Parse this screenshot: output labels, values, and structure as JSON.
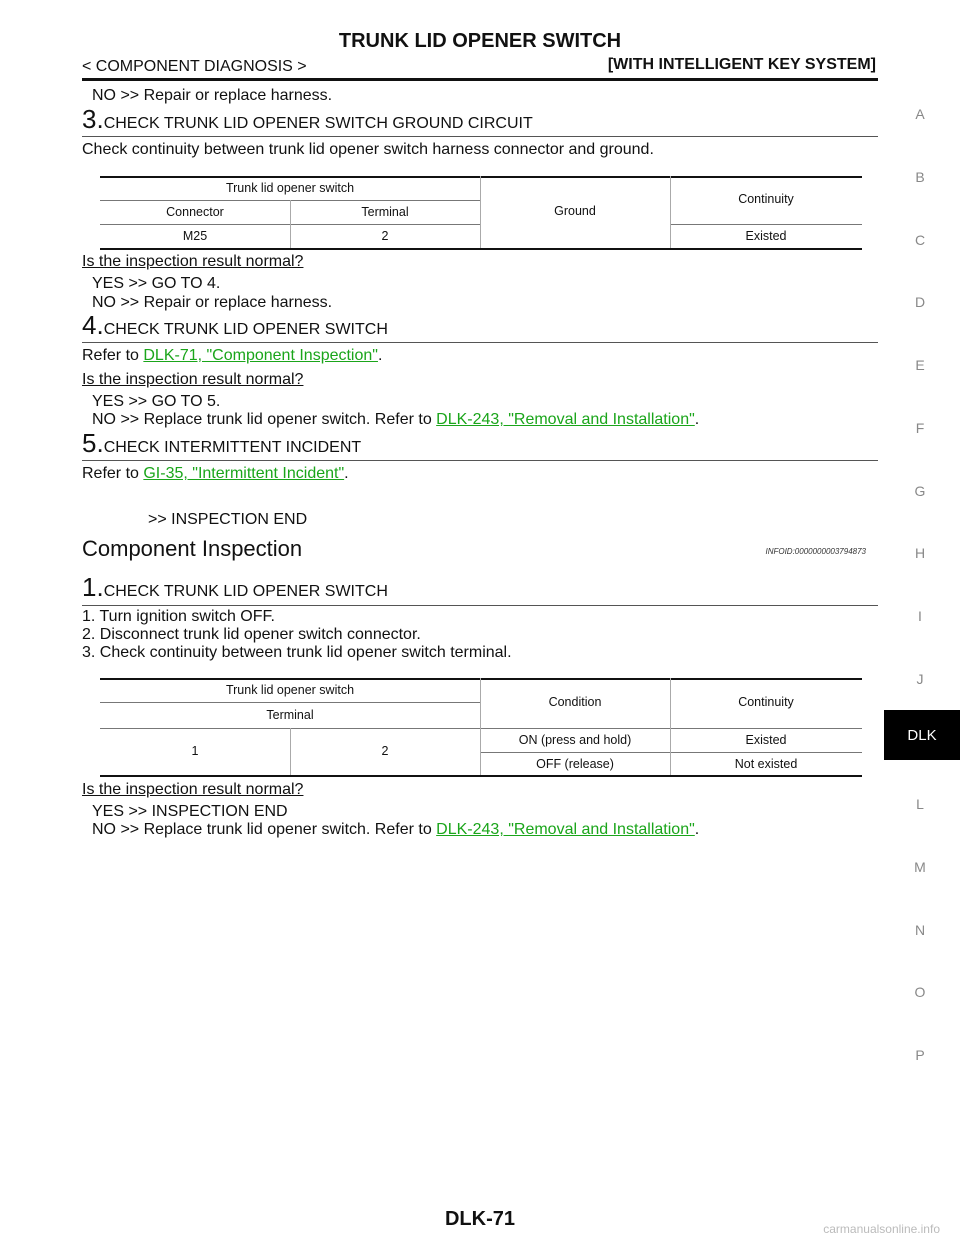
{
  "header": {
    "title": "TRUNK LID OPENER SWITCH",
    "breadcrumb": "< COMPONENT DIAGNOSIS >",
    "system": "[WITH INTELLIGENT KEY SYSTEM]"
  },
  "top_no": "NO     >> Repair or replace harness.",
  "steps": {
    "s3": {
      "num": "3.",
      "title": "CHECK TRUNK LID OPENER SWITCH GROUND CIRCUIT",
      "body": "Check continuity between trunk lid opener switch harness connector and ground.",
      "table": {
        "h_switch": "Trunk lid opener switch",
        "h_connector": "Connector",
        "h_terminal": "Terminal",
        "h_ground": "Ground",
        "h_continuity": "Continuity",
        "r_connector": "M25",
        "r_terminal": "2",
        "r_continuity": "Existed"
      },
      "question": "Is the inspection result normal?",
      "yes": "YES     >> GO TO 4.",
      "no": "NO     >> Repair or replace harness."
    },
    "s4": {
      "num": "4.",
      "title": "CHECK TRUNK LID OPENER SWITCH",
      "refer_prefix": "Refer to ",
      "refer_link": "DLK-71, \"Component Inspection\"",
      "refer_suffix": ".",
      "question": "Is the inspection result normal?",
      "yes": "YES     >> GO TO 5.",
      "no_prefix": "NO     >> Replace trunk lid opener switch. Refer to ",
      "no_link": "DLK-243, \"Removal and Installation\"",
      "no_suffix": "."
    },
    "s5": {
      "num": "5.",
      "title": "CHECK INTERMITTENT INCIDENT",
      "refer_prefix": "Refer to ",
      "refer_link": "GI-35, \"Intermittent Incident\"",
      "refer_suffix": ".",
      "end": ">> INSPECTION END"
    }
  },
  "component": {
    "heading": "Component Inspection",
    "infoid": "INFOID:0000000003794873",
    "step1": {
      "num": "1.",
      "title": "CHECK TRUNK LID OPENER SWITCH",
      "items": [
        "1.  Turn ignition switch OFF.",
        "2.  Disconnect trunk lid opener switch connector.",
        "3.  Check continuity between trunk lid opener switch terminal."
      ],
      "table": {
        "h_switch": "Trunk lid opener switch",
        "h_terminal": "Terminal",
        "h_condition": "Condition",
        "h_continuity": "Continuity",
        "t1": "1",
        "t2": "2",
        "c_on": "ON (press and hold)",
        "v_on": "Existed",
        "c_off": "OFF (release)",
        "v_off": "Not existed"
      },
      "question": "Is the inspection result normal?",
      "yes": "YES     >> INSPECTION END",
      "no_prefix": "NO     >> Replace trunk lid opener switch. Refer to ",
      "no_link": "DLK-243, \"Removal and Installation\"",
      "no_suffix": "."
    }
  },
  "side_index": [
    "A",
    "B",
    "C",
    "D",
    "E",
    "F",
    "G",
    "H",
    "I",
    "J",
    "DLK",
    "L",
    "M",
    "N",
    "O",
    "P"
  ],
  "page_number": "DLK-71",
  "watermark": "carmanualsonline.info",
  "colors": {
    "link": "#1aa51a",
    "tab_bg": "#000000"
  }
}
